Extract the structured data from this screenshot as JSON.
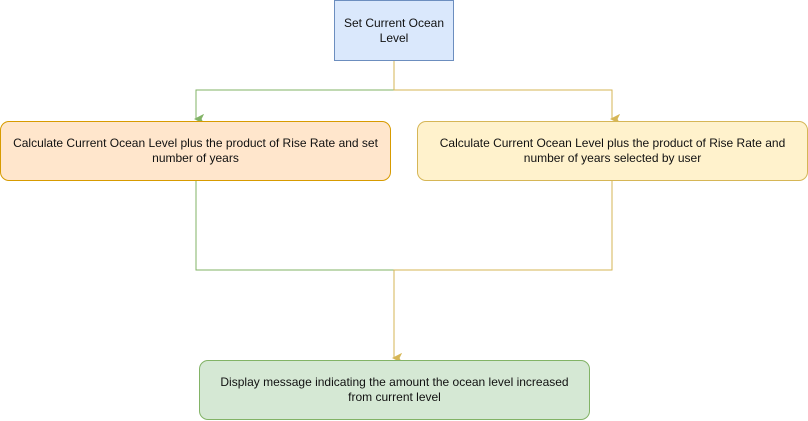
{
  "nodes": {
    "start": {
      "label": "Set Current Ocean Level"
    },
    "left": {
      "label": "Calculate Current Ocean Level plus the product of Rise Rate and set number of years"
    },
    "right": {
      "label": "Calculate Current Ocean Level plus the product of Rise Rate and number of years selected by user"
    },
    "end": {
      "label": "Display message indicating the amount the ocean level increased from current level"
    }
  },
  "edges": [
    {
      "from": "start",
      "to": "left",
      "color": "#82b366"
    },
    {
      "from": "start",
      "to": "right",
      "color": "#d6b656"
    },
    {
      "from": "left",
      "to": "end",
      "color": "#82b366"
    },
    {
      "from": "right",
      "to": "end",
      "color": "#d6b656"
    }
  ],
  "colors": {
    "start_fill": "#dae8fc",
    "start_stroke": "#6c8ebf",
    "left_fill": "#ffe6cc",
    "left_stroke": "#d79b00",
    "right_fill": "#fff2cc",
    "right_stroke": "#d6b656",
    "end_fill": "#d5e8d4",
    "end_stroke": "#82b366"
  }
}
